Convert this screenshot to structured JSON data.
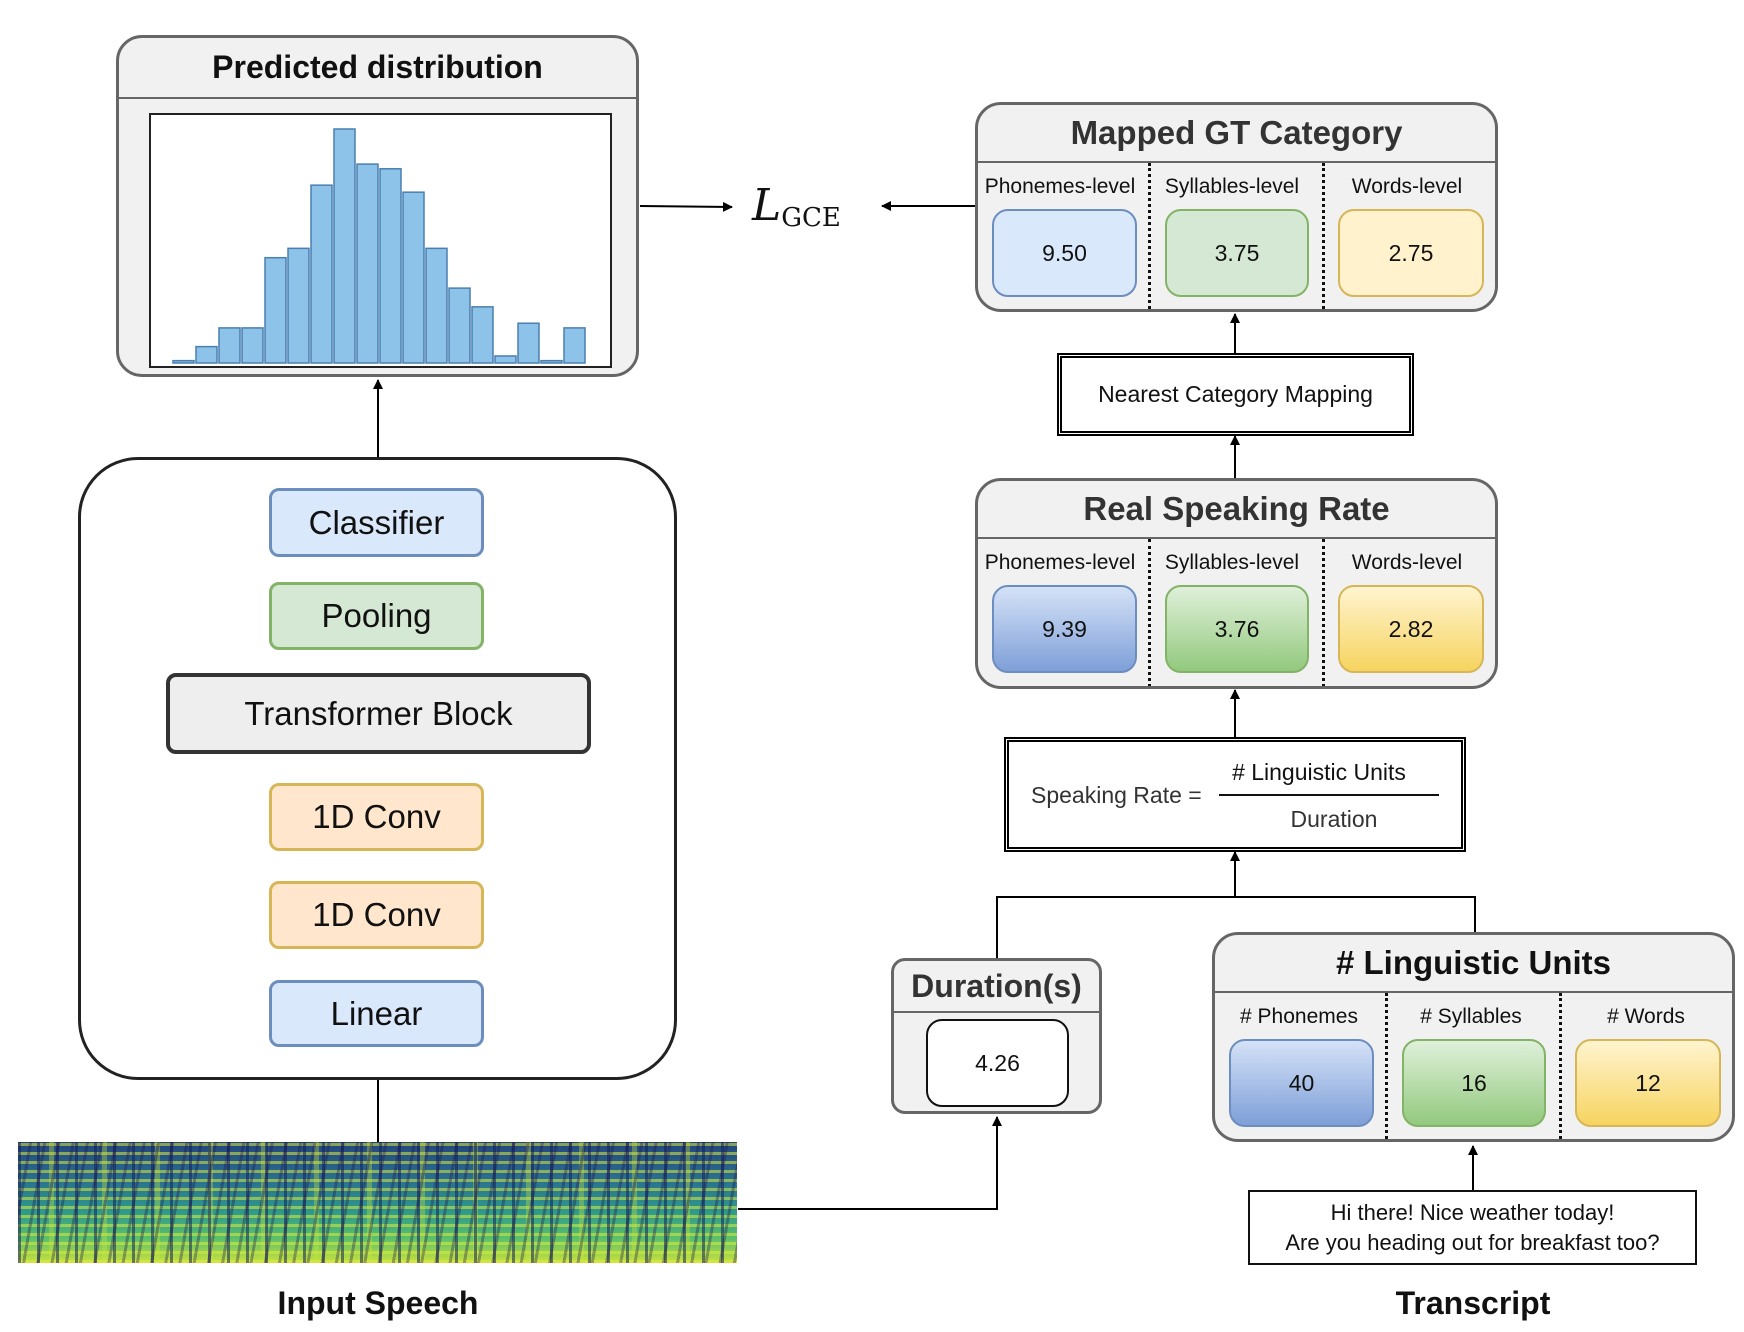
{
  "predicted_panel": {
    "title": "Predicted distribution"
  },
  "loss_label": {
    "main": "L",
    "sub": "GCE"
  },
  "model_blocks": {
    "classifier": "Classifier",
    "pooling": "Pooling",
    "transformer": "Transformer Block",
    "conv_upper": "1D Conv",
    "conv_lower": "1D Conv",
    "linear": "Linear"
  },
  "input_speech": {
    "caption": "Input Speech"
  },
  "transcript": {
    "caption": "Transcript",
    "line1": "Hi there! Nice weather today!",
    "line2": "Are you heading out for breakfast too?"
  },
  "mapped_gt": {
    "title": "Mapped GT Category",
    "columns": [
      {
        "label": "Phonemes-level",
        "value": "9.50"
      },
      {
        "label": "Syllables-level",
        "value": "3.75"
      },
      {
        "label": "Words-level",
        "value": "2.75"
      }
    ]
  },
  "mapping_step": {
    "label": "Nearest Category Mapping"
  },
  "real_rate": {
    "title": "Real Speaking Rate",
    "columns": [
      {
        "label": "Phonemes-level",
        "value": "9.39"
      },
      {
        "label": "Syllables-level",
        "value": "3.76"
      },
      {
        "label": "Words-level",
        "value": "2.82"
      }
    ]
  },
  "formula": {
    "lhs": "Speaking Rate =",
    "numerator": "# Linguistic Units",
    "denominator": "Duration"
  },
  "duration": {
    "title": "Duration(s)",
    "value": "4.26"
  },
  "linguistic_units": {
    "title": "# Linguistic Units",
    "columns": [
      {
        "label": "# Phonemes",
        "value": "40"
      },
      {
        "label": "# Syllables",
        "value": "16"
      },
      {
        "label": "# Words",
        "value": "12"
      }
    ]
  },
  "colors": {
    "blue_light": "#dae8fc",
    "blue_border": "#6c8ebf",
    "green_light": "#d5e8d4",
    "green_border": "#82b366",
    "orange_light": "#ffe6cc",
    "orange_border": "#d6b656",
    "yellow_light": "#fff2cc",
    "bar_fill": "#8dc3e8",
    "bar_stroke": "#4a7fb0"
  },
  "chart_data": {
    "type": "bar",
    "bin_heights": [
      0.01,
      0.07,
      0.15,
      0.15,
      0.45,
      0.49,
      0.76,
      1.0,
      0.85,
      0.83,
      0.73,
      0.49,
      0.32,
      0.24,
      0.03,
      0.17,
      0.01,
      0.15
    ]
  }
}
